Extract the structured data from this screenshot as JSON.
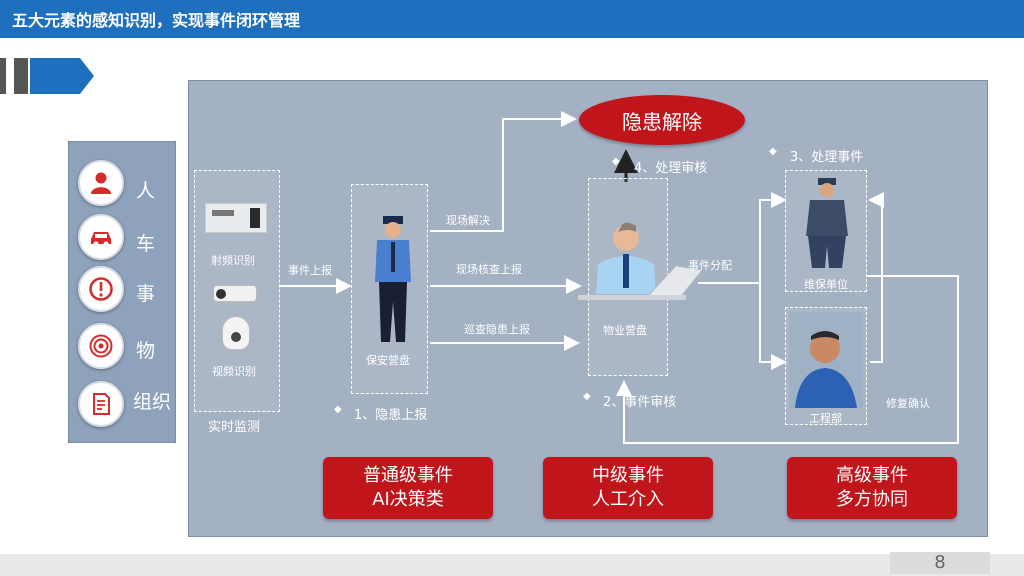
{
  "header": {
    "title": "五大元素的感知识别，实现事件闭环管理"
  },
  "elements": [
    {
      "label": "人",
      "icon": "person-icon"
    },
    {
      "label": "车",
      "icon": "car-icon"
    },
    {
      "label": "事",
      "icon": "alert-icon"
    },
    {
      "label": "物",
      "icon": "target-icon"
    },
    {
      "label": "组织",
      "icon": "document-icon"
    }
  ],
  "diagram": {
    "monitor": {
      "rfid": "射频识别",
      "video": "视频识别",
      "caption": "实时监测"
    },
    "security": {
      "caption": "保安营盘",
      "step": "1、隐患上报"
    },
    "property": {
      "caption": "物业营盘",
      "step": "2、事件审核"
    },
    "maintenance": {
      "caption": "维保单位"
    },
    "engineering": {
      "caption": "工程部"
    },
    "flows": {
      "event_report": "事件上报",
      "onsite_solve": "现场解决",
      "onsite_verify": "现场核查上报",
      "patrol_report": "巡查隐患上报",
      "dispatch": "事件分配",
      "repair_confirm": "修复确认"
    },
    "steps": {
      "review": "4、处理审核",
      "process": "3、处理事件"
    },
    "resolve": "隐患解除"
  },
  "levels": [
    {
      "line1": "普通级事件",
      "line2": "AI决策类"
    },
    {
      "line1": "中级事件",
      "line2": "人工介入"
    },
    {
      "line1": "高级事件",
      "line2": "多方协同"
    }
  ],
  "page_number": "8",
  "colors": {
    "header": "#1f6fbf",
    "accent_red": "#c0151b",
    "panel": "#a4b1c3",
    "side_panel": "#8fa2bb"
  }
}
